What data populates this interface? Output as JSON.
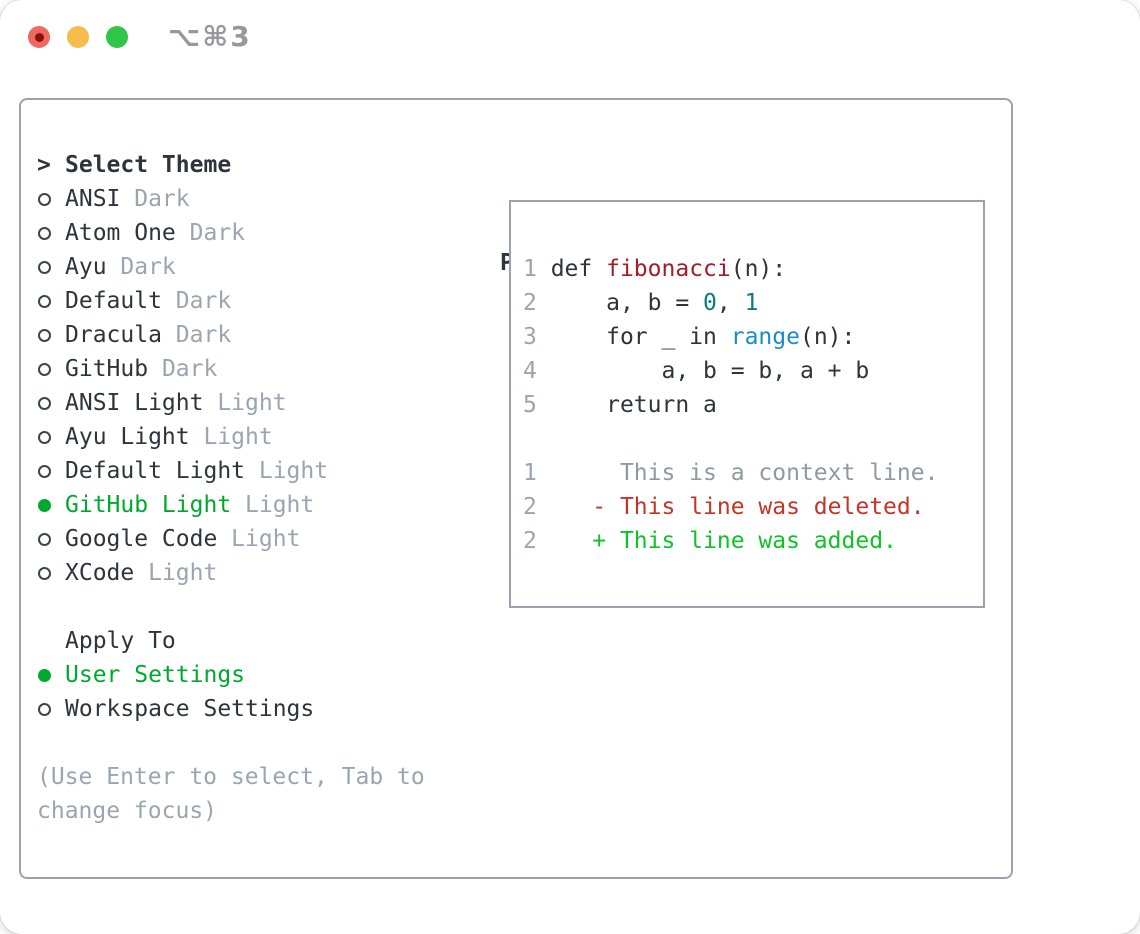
{
  "window": {
    "title": "⌥⌘3"
  },
  "traffic_lights": [
    {
      "name": "close",
      "color": "#ee6a5e",
      "inner_dot": "#8b1209"
    },
    {
      "name": "minimize",
      "color": "#f5bd4b"
    },
    {
      "name": "zoom",
      "color": "#30c546"
    }
  ],
  "theme_panel": {
    "header": {
      "marker": ">",
      "label": "Select Theme"
    },
    "themes": [
      {
        "name": "ANSI",
        "variant": "Dark",
        "selected": false
      },
      {
        "name": "Atom One",
        "variant": "Dark",
        "selected": false
      },
      {
        "name": "Ayu",
        "variant": "Dark",
        "selected": false
      },
      {
        "name": "Default",
        "variant": "Dark",
        "selected": false
      },
      {
        "name": "Dracula",
        "variant": "Dark",
        "selected": false
      },
      {
        "name": "GitHub",
        "variant": "Dark",
        "selected": false
      },
      {
        "name": "ANSI Light",
        "variant": "Light",
        "selected": false
      },
      {
        "name": "Ayu Light",
        "variant": "Light",
        "selected": false
      },
      {
        "name": "Default Light",
        "variant": "Light",
        "selected": false
      },
      {
        "name": "GitHub Light",
        "variant": "Light",
        "selected": true
      },
      {
        "name": "Google Code",
        "variant": "Light",
        "selected": false
      },
      {
        "name": "XCode",
        "variant": "Light",
        "selected": false
      }
    ],
    "apply_to": {
      "label": "Apply To",
      "options": [
        {
          "label": "User Settings",
          "selected": true
        },
        {
          "label": "Workspace Settings",
          "selected": false
        }
      ]
    },
    "hint": "(Use Enter to select, Tab to change focus)"
  },
  "preview": {
    "label": "Preview",
    "lines": [
      {
        "name": "code-line-1",
        "segs": [
          {
            "t": "1",
            "c": "ln"
          },
          {
            "t": " def ",
            "c": "code"
          },
          {
            "t": "fibonacci",
            "c": "func"
          },
          {
            "t": "(n):",
            "c": "code"
          }
        ]
      },
      {
        "name": "code-line-2",
        "segs": [
          {
            "t": "2",
            "c": "ln"
          },
          {
            "t": "     a, b = ",
            "c": "code"
          },
          {
            "t": "0",
            "c": "num"
          },
          {
            "t": ", ",
            "c": "code"
          },
          {
            "t": "1",
            "c": "num"
          }
        ]
      },
      {
        "name": "code-line-3",
        "segs": [
          {
            "t": "3",
            "c": "ln"
          },
          {
            "t": "     for _ in ",
            "c": "code"
          },
          {
            "t": "range",
            "c": "builtin"
          },
          {
            "t": "(n):",
            "c": "code"
          }
        ]
      },
      {
        "name": "code-line-4",
        "segs": [
          {
            "t": "4",
            "c": "ln"
          },
          {
            "t": "         a, b = b, a + b",
            "c": "code"
          }
        ]
      },
      {
        "name": "code-line-5",
        "segs": [
          {
            "t": "5",
            "c": "ln"
          },
          {
            "t": "     return a",
            "c": "code"
          }
        ]
      },
      {
        "name": "blank-line",
        "segs": []
      },
      {
        "name": "diff-context-line",
        "segs": [
          {
            "t": "1",
            "c": "ln"
          },
          {
            "t": "      This is a context line.",
            "c": "context"
          }
        ]
      },
      {
        "name": "diff-deleted-line",
        "segs": [
          {
            "t": "2",
            "c": "ln"
          },
          {
            "t": "    ",
            "c": "code"
          },
          {
            "t": "- This line was deleted.",
            "c": "deleted"
          }
        ]
      },
      {
        "name": "diff-added-line",
        "segs": [
          {
            "t": "2",
            "c": "ln"
          },
          {
            "t": "    ",
            "c": "code"
          },
          {
            "t": "+ This line was added.",
            "c": "added"
          }
        ]
      }
    ]
  },
  "colors": {
    "text": "#2e343b",
    "muted": "#9aa5b1",
    "context": "#8f99a4",
    "green": "#00a82f",
    "ring": "#3e444c",
    "border": "#9aa3ad",
    "func": "#a51c26",
    "deleted": "#c23527",
    "added": "#0ec325",
    "number": "#0a7c81",
    "builtin": "#1a8cc9",
    "title": "#97979c",
    "dotred": "#8b1209"
  }
}
